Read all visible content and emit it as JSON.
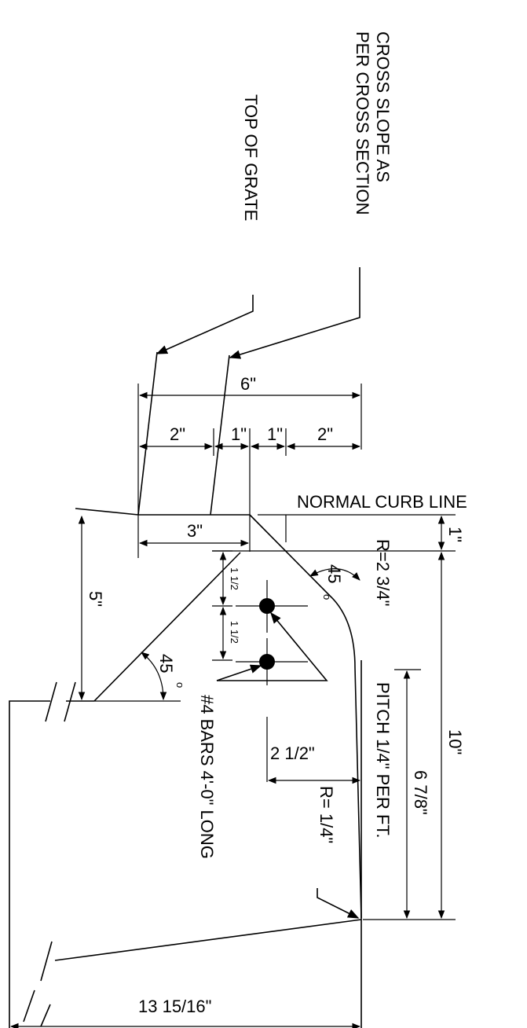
{
  "labels": {
    "cross_slope_line1": "CROSS SLOPE AS",
    "cross_slope_line2": "PER CROSS SECTION",
    "top_of_grate": "TOP OF GRATE",
    "dim_6": "6\"",
    "dim_2_left": "2\"",
    "dim_1_a": "1\"",
    "dim_1_b": "1\"",
    "dim_2_right": "2\"",
    "normal_curb_line": "NORMAL CURB LINE",
    "dim_3": "3\"",
    "dim_1_curb": "1\"",
    "radius_2_3_4": "R=2 3/4\"",
    "angle_45_top": "45",
    "angle_45_top_deg": "o",
    "bar_spacing_1": "1 1/2",
    "bar_spacing_2": "1 1/2",
    "dim_5": "5\"",
    "angle_45_bottom": "45",
    "angle_45_bottom_deg": "o",
    "bars_note": "#4 BARS 4'-0\" LONG",
    "dim_2_1_2": "2 1/2\"",
    "radius_1_4": "R= 1/4\"",
    "pitch_note": "PITCH  1/4\" PER FT.",
    "dim_6_7_8": "6 7/8\"",
    "dim_10": "10\"",
    "dim_13_15_16": "13 15/16\""
  }
}
